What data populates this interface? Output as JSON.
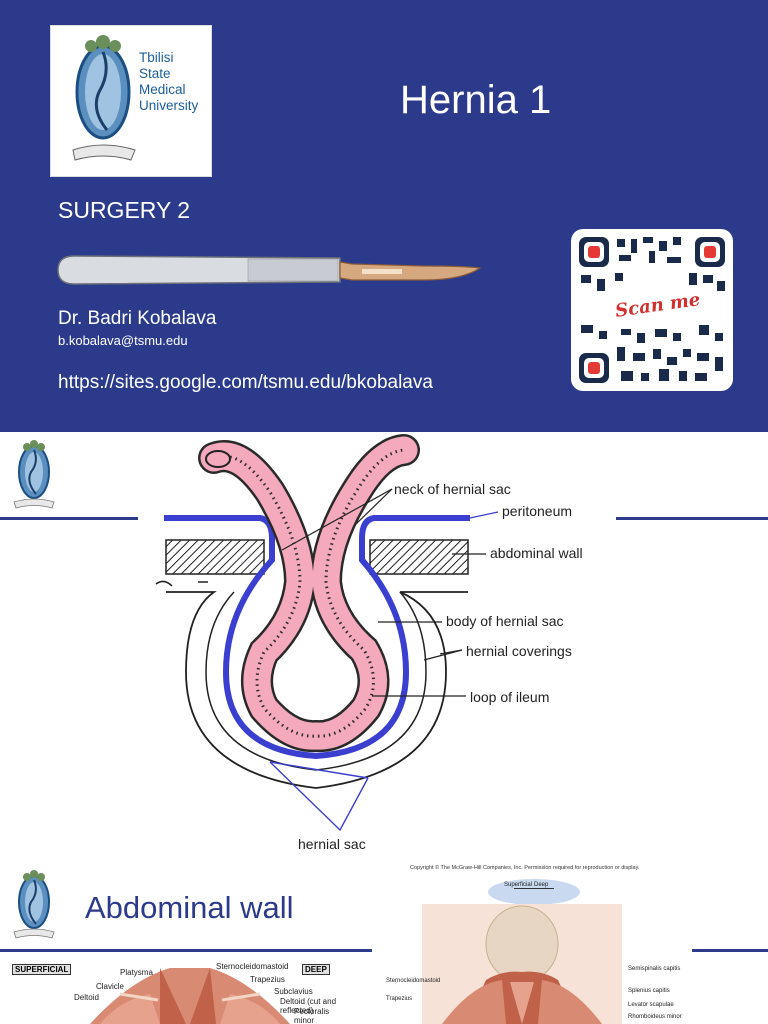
{
  "slide1": {
    "logo_lines": [
      "Tbilisi",
      "State",
      "Medical",
      "University"
    ],
    "title": "Hernia 1",
    "course": "SURGERY 2",
    "author": "Dr. Badri Kobalava",
    "email": "b.kobalava@tsmu.edu",
    "url": "https://sites.google.com/tsmu.edu/bkobalava",
    "qr_label": "Scan me"
  },
  "slide2": {
    "labels": {
      "neck": "neck of hernial sac",
      "peritoneum": "peritoneum",
      "abdominal_wall": "abdominal wall",
      "body": "body of hernial sac",
      "coverings": "hernial coverings",
      "loop": "loop of ileum",
      "sac": "hernial sac"
    }
  },
  "slide3": {
    "title": "Abdominal wall",
    "copyright": "Copyright © The McGraw-Hill Companies, Inc. Permission required for reproduction or display.",
    "superficial_tag": "SUPERFICIAL",
    "deep_tag": "DEEP",
    "left_labels": [
      "Platysma",
      "Sternocleidomastoid",
      "Clavicle",
      "Trapezius",
      "Subclavius",
      "Deltoid",
      "Deltoid (cut and reflected)",
      "Pectoralis minor"
    ],
    "arrow_superficial": "Superficial",
    "arrow_deep": "Deep",
    "right_labels_left": [
      "Sternocleidomastoid",
      "Trapezius"
    ],
    "right_labels_right": [
      "Semispinalis capitis",
      "Splenius capitis",
      "Levator scapulae",
      "Rhomboideus minor"
    ]
  },
  "colors": {
    "slide_bg": "#2c3a8c",
    "peritoneum_blue": "#3a3fd0",
    "ileum_pink": "#f4a9bc"
  }
}
